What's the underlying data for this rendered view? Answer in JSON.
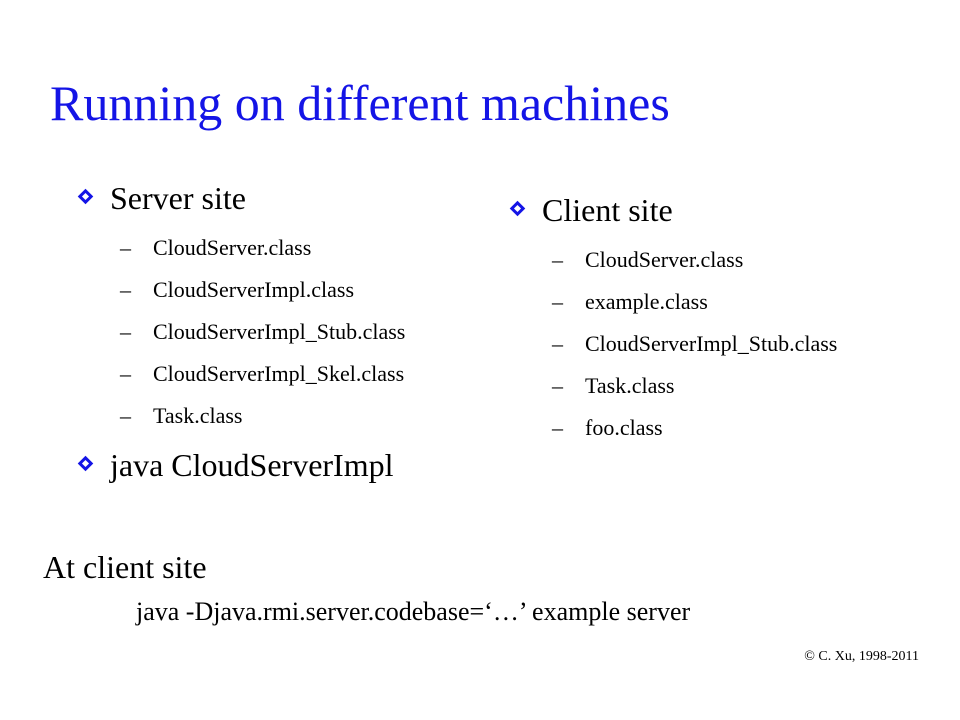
{
  "title": "Running on different machines",
  "server": {
    "heading": "Server site",
    "files": [
      "CloudServer.class",
      "CloudServerImpl.class",
      "CloudServerImpl_Stub.class",
      "CloudServerImpl_Skel.class",
      "Task.class"
    ],
    "command": "java CloudServerImpl"
  },
  "client": {
    "heading": "Client site",
    "files": [
      "CloudServer.class",
      "example.class",
      "CloudServerImpl_Stub.class",
      "Task.class",
      "foo.class"
    ]
  },
  "client_run": {
    "heading": "At client site",
    "command": "java -Djava.rmi.server.codebase=‘…’ example server"
  },
  "copyright": "© C. Xu, 1998-2011",
  "icons": {
    "bullet": "diamond-bullet-icon",
    "dash": "–"
  },
  "colors": {
    "title": "#1414e6",
    "bullet": "#1414e6",
    "text": "#000000"
  }
}
